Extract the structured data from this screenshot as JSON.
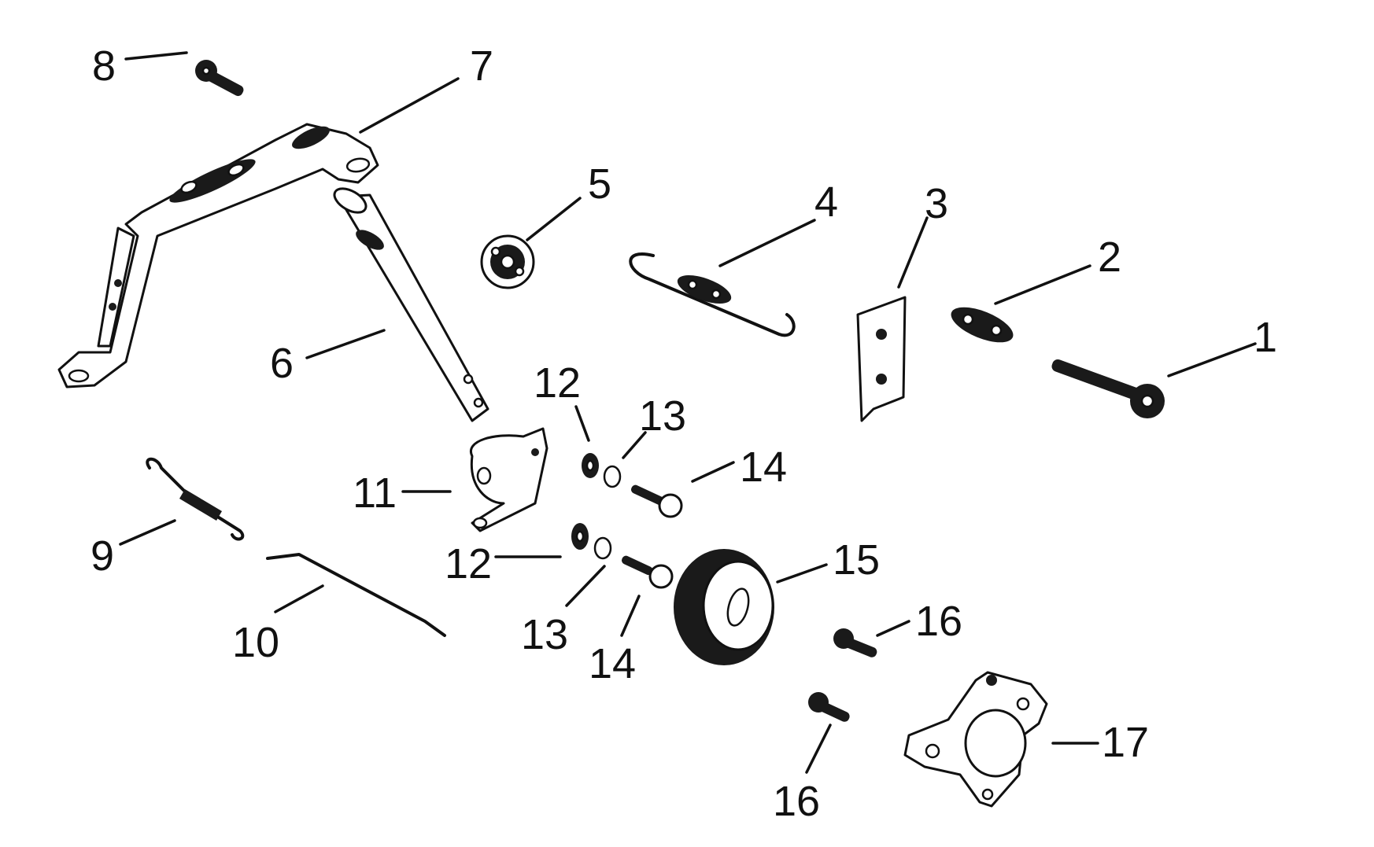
{
  "callouts": [
    {
      "id": "label-1",
      "text": "1"
    },
    {
      "id": "label-2",
      "text": "2"
    },
    {
      "id": "label-3",
      "text": "3"
    },
    {
      "id": "label-4",
      "text": "4"
    },
    {
      "id": "label-5",
      "text": "5"
    },
    {
      "id": "label-6",
      "text": "6"
    },
    {
      "id": "label-7",
      "text": "7"
    },
    {
      "id": "label-8",
      "text": "8"
    },
    {
      "id": "label-9",
      "text": "9"
    },
    {
      "id": "label-10",
      "text": "10"
    },
    {
      "id": "label-11",
      "text": "11"
    },
    {
      "id": "label-12a",
      "text": "12"
    },
    {
      "id": "label-13a",
      "text": "13"
    },
    {
      "id": "label-14a",
      "text": "14"
    },
    {
      "id": "label-12b",
      "text": "12"
    },
    {
      "id": "label-13b",
      "text": "13"
    },
    {
      "id": "label-14b",
      "text": "14"
    },
    {
      "id": "label-15",
      "text": "15"
    },
    {
      "id": "label-16a",
      "text": "16"
    },
    {
      "id": "label-16b",
      "text": "16"
    },
    {
      "id": "label-17",
      "text": "17"
    }
  ]
}
